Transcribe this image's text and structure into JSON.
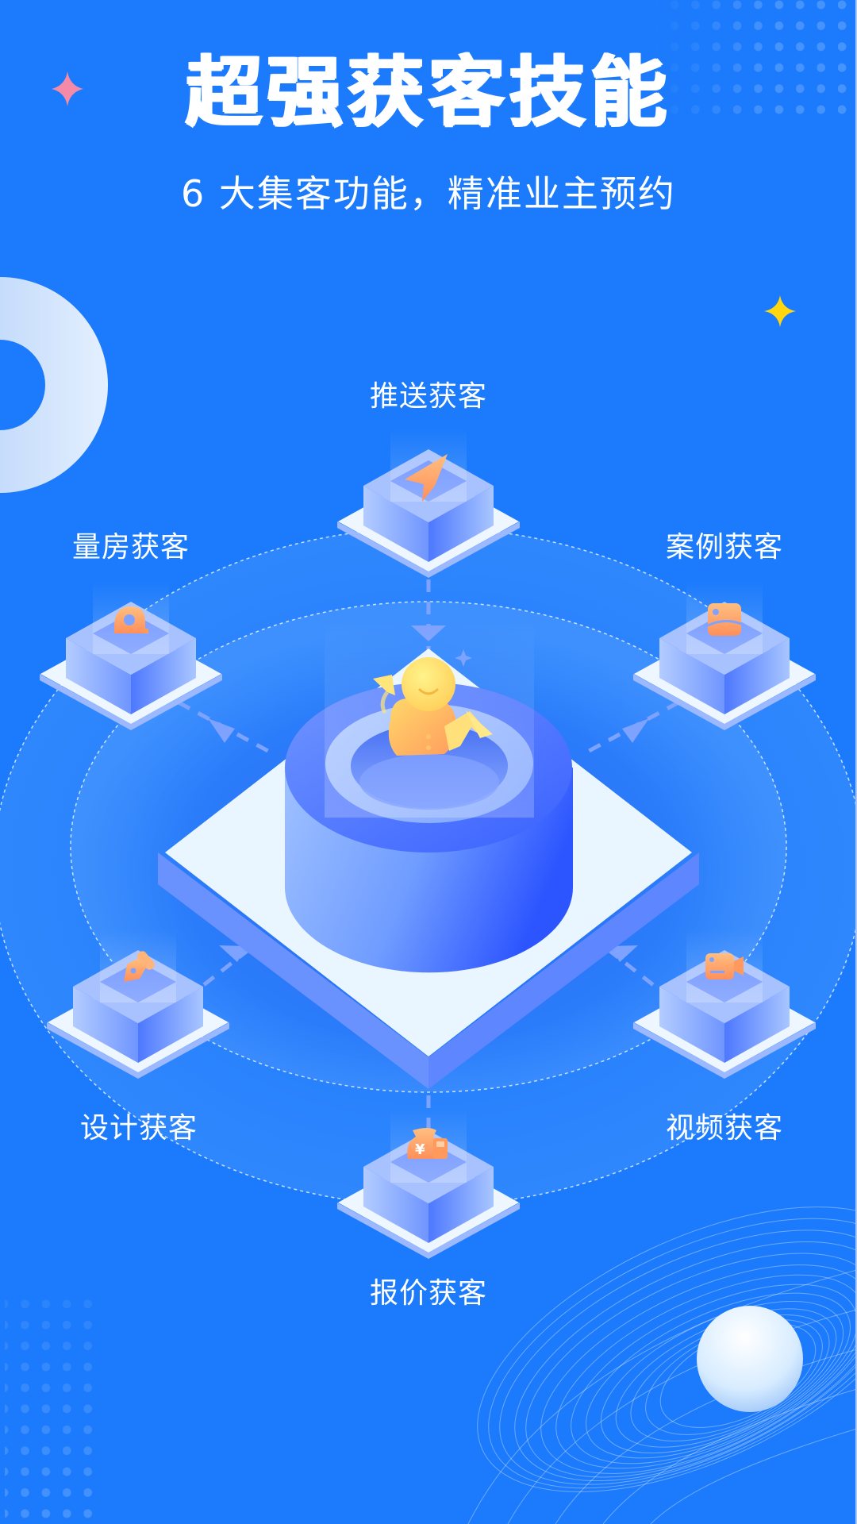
{
  "header": {
    "title": "超强获客技能",
    "subtitle": "6 大集客功能，精准业主预约"
  },
  "hub": {
    "icon": "user-growth-icon"
  },
  "nodes": [
    {
      "label": "推送获客",
      "icon": "paper-plane-icon",
      "position": "top"
    },
    {
      "label": "量房获客",
      "icon": "tape-measure-icon",
      "position": "upper-left"
    },
    {
      "label": "案例获客",
      "icon": "image-icon",
      "position": "upper-right"
    },
    {
      "label": "设计获客",
      "icon": "pen-nib-icon",
      "position": "lower-left"
    },
    {
      "label": "视频获客",
      "icon": "video-camera-icon",
      "position": "lower-right"
    },
    {
      "label": "报价获客",
      "icon": "money-bag-calculator-icon",
      "position": "bottom"
    }
  ],
  "decorations": {
    "pink_star": "sparkle-icon",
    "yellow_star": "sparkle-icon",
    "left_ring": "ring-shape",
    "sphere": "orb-shape"
  },
  "colors": {
    "background": "#1c7bfc",
    "text": "#ffffff",
    "accent_orange": "#ff9a5c",
    "accent_yellow": "#ffe77a",
    "pink_star": "#f58aa8",
    "yellow_star": "#ffd60f",
    "platform_top": "#eaf6ff",
    "platform_side": "#5e87ff"
  }
}
